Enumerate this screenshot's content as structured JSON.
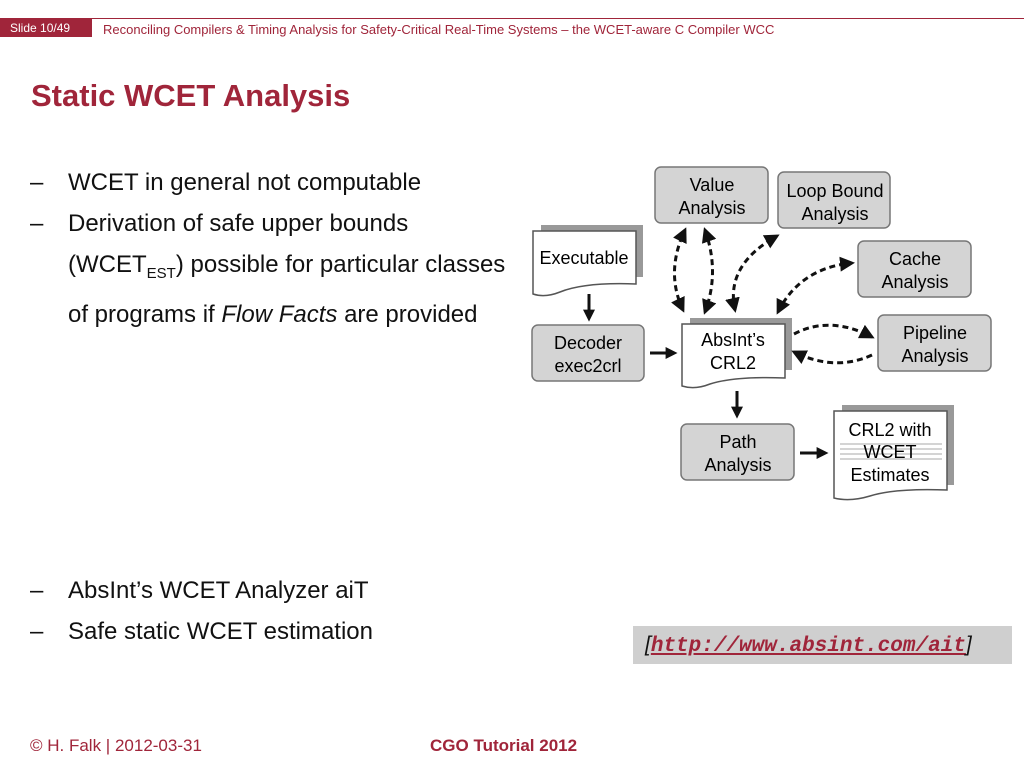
{
  "header": {
    "slide_badge": "Slide 10/49",
    "title": "Reconciling Compilers & Timing Analysis for Safety-Critical Real-Time Systems – the WCET-aware C Compiler WCC"
  },
  "slide": {
    "title": "Static WCET Analysis",
    "bullet_marker": "–",
    "bullets_top": {
      "b1": "WCET in general not computable",
      "b2_part1": "Derivation of safe upper bounds (WCET",
      "b2_sub": "EST",
      "b2_part2": ") possible for particular classes of programs if ",
      "b2_italic": "Flow Facts",
      "b2_part3": " are provided"
    },
    "bullets_bottom": [
      "AbsInt’s WCET Analyzer aiT",
      "Safe static WCET estimation"
    ]
  },
  "diagram": {
    "value_analysis": [
      "Value",
      "Analysis"
    ],
    "loop_bound": [
      "Loop Bound",
      "Analysis"
    ],
    "executable": "Executable",
    "cache": [
      "Cache",
      "Analysis"
    ],
    "decoder": [
      "Decoder",
      "exec2crl"
    ],
    "crl2": [
      "AbsInt’s",
      "CRL2"
    ],
    "pipeline": [
      "Pipeline",
      "Analysis"
    ],
    "path": [
      "Path",
      "Analysis"
    ],
    "crl2_wcet": [
      "CRL2 with",
      "WCET",
      "Estimates"
    ]
  },
  "reference": {
    "open": "[",
    "url": "http://www.absint.com/ait",
    "close": "]"
  },
  "footer": {
    "left": "© H. Falk | 2012-03-31",
    "center": "CGO Tutorial 2012"
  },
  "colors": {
    "accent": "#a0253a",
    "box_fill": "#d4d4d4",
    "link_box": "#cfcfcf"
  }
}
